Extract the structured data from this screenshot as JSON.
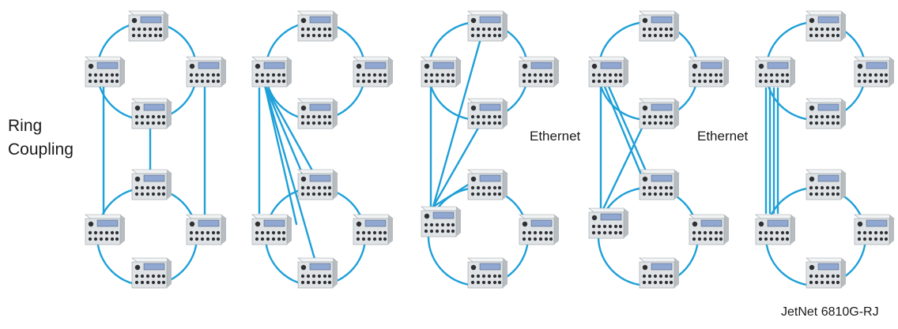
{
  "labels": {
    "ring_coupling_line1": "Ring",
    "ring_coupling_line2": "Coupling",
    "ethernet_1": "Ethernet",
    "ethernet_2": "Ethernet",
    "model": "JetNet 6810G-RJ"
  },
  "colors": {
    "link": "#1ea0d8",
    "device_body": "#dfe3e6",
    "device_dark": "#2d2f33",
    "device_screen": "#8fa7d1"
  },
  "icons": {
    "switch": "industrial-ethernet-switch-icon"
  }
}
